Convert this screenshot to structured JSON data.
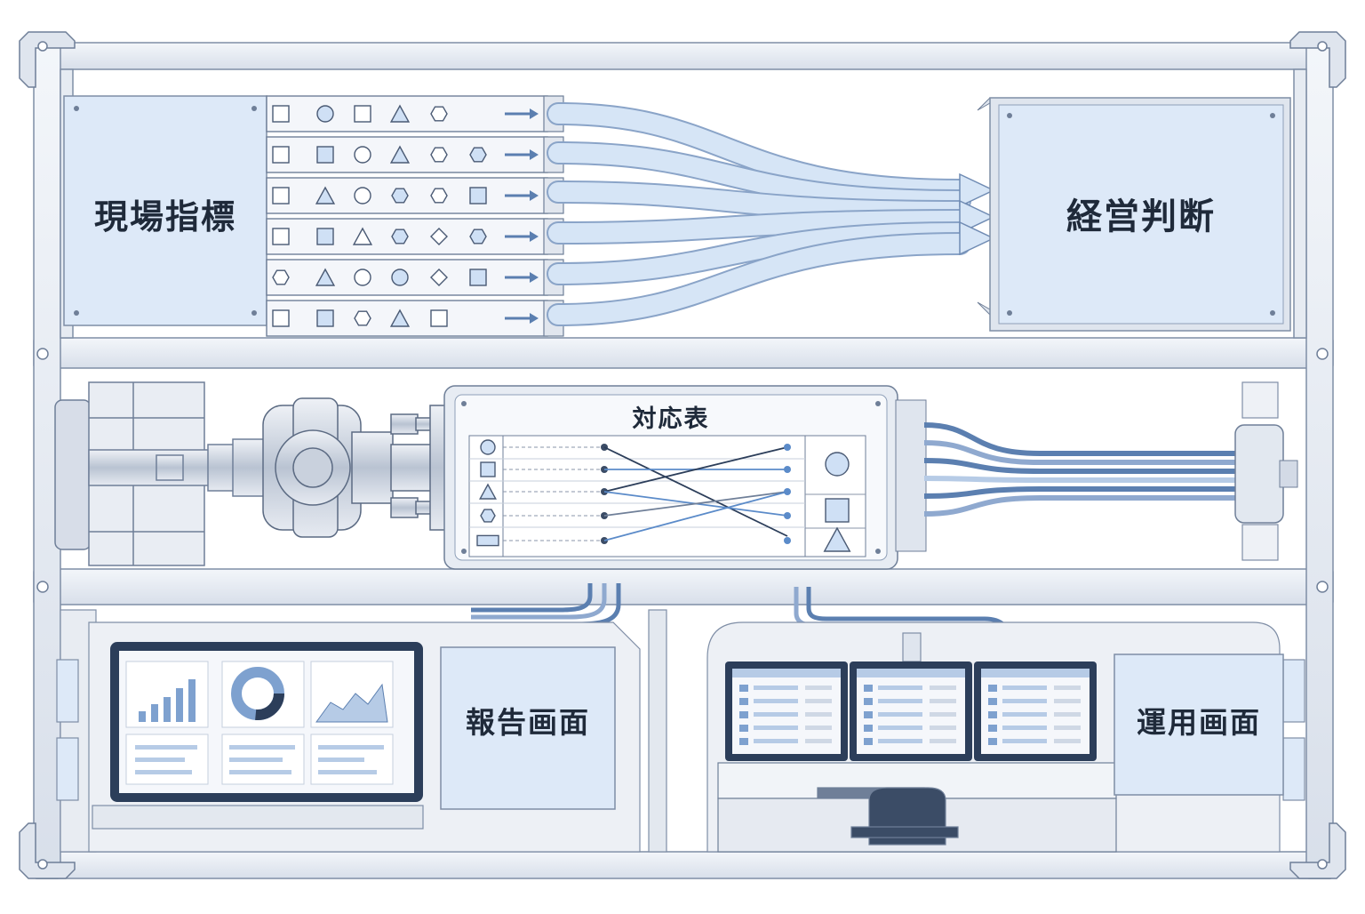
{
  "labels": {
    "field_metrics": "現場指標",
    "management_decision": "経営判断",
    "mapping_table": "対応表",
    "report_screen": "報告画面",
    "operation_screen": "運用画面"
  },
  "colors": {
    "frame": "#e4e9f2",
    "frame_stroke": "#7f8ea6",
    "panel_blue": "#dde9f8",
    "accent_blue": "#5b8bc9",
    "dark_navy": "#2c3e5a",
    "pipe_blue": "#c4d9f1"
  },
  "mapping": {
    "left_shapes": [
      "circle",
      "square",
      "triangle",
      "hexagon",
      "rectangle"
    ],
    "right_shapes": [
      "circle",
      "square",
      "triangle"
    ]
  },
  "metric_rows": [
    [
      "square",
      "circle",
      "square",
      "triangle",
      "hexagon",
      "arrow"
    ],
    [
      "square",
      "square",
      "circle",
      "triangle",
      "hexagon",
      "hexagon",
      "arrow"
    ],
    [
      "square",
      "triangle",
      "circle",
      "hexagon",
      "hexagon",
      "square",
      "arrow"
    ],
    [
      "square",
      "square",
      "triangle",
      "hexagon",
      "diamond",
      "hexagon",
      "arrow"
    ],
    [
      "hexagon",
      "triangle",
      "circle",
      "circle",
      "diamond",
      "square",
      "arrow"
    ],
    [
      "square",
      "square",
      "hexagon",
      "triangle",
      "square",
      "arrow"
    ]
  ]
}
